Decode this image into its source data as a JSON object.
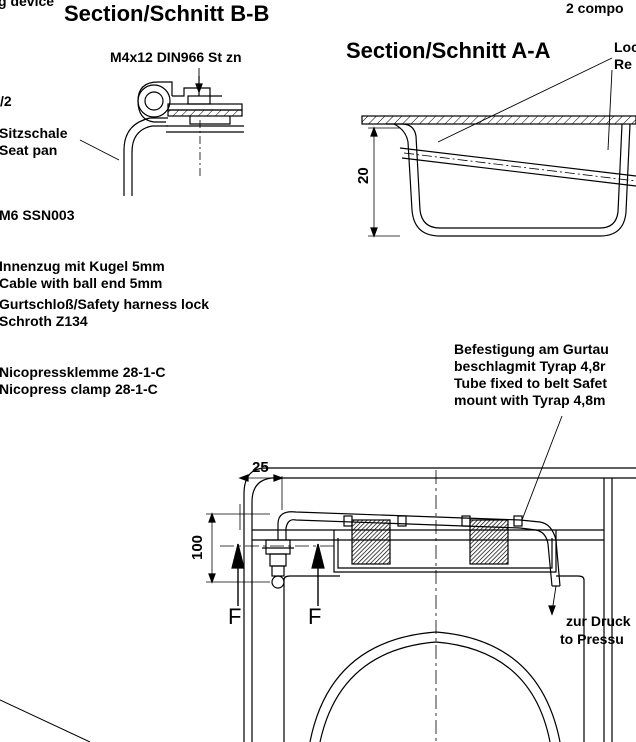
{
  "labels": {
    "device_fragment": "g device",
    "section_bb": "Section/Schnitt B-B",
    "section_aa": "Section/Schnitt A-A",
    "compo_fragment": "2 compo",
    "screw_spec": "M4x12 DIN966 St zn",
    "lo_fragment": "Loc",
    "re_fragment": "Re",
    "half_fragment": "/2",
    "seat_de": "Sitzschale",
    "seat_en": "Seat pan",
    "m6": "M6 SSN003",
    "cable_de": "Innenzug mit Kugel 5mm",
    "cable_en": "Cable with ball end 5mm",
    "lock_de": "Gurtschloß/Safety harness lock",
    "lock_model": "Schroth Z134",
    "clamp_de": "Nicopressklemme 28-1-C",
    "clamp_en": "Nicopress clamp 28-1-C",
    "fix_line1": "Befestigung am Gurtau",
    "fix_line2": "beschlagmit Tyrap 4,8r",
    "fix_line3": "Tube fixed to belt Safet",
    "fix_line4": "mount with Tyrap 4,8m",
    "pressure_de": "zur Druck",
    "pressure_en": "to Pressu",
    "section_f_left": "F",
    "section_f_right": "F"
  },
  "dimensions": {
    "dim_20": "20",
    "dim_25": "25",
    "dim_100": "100"
  }
}
